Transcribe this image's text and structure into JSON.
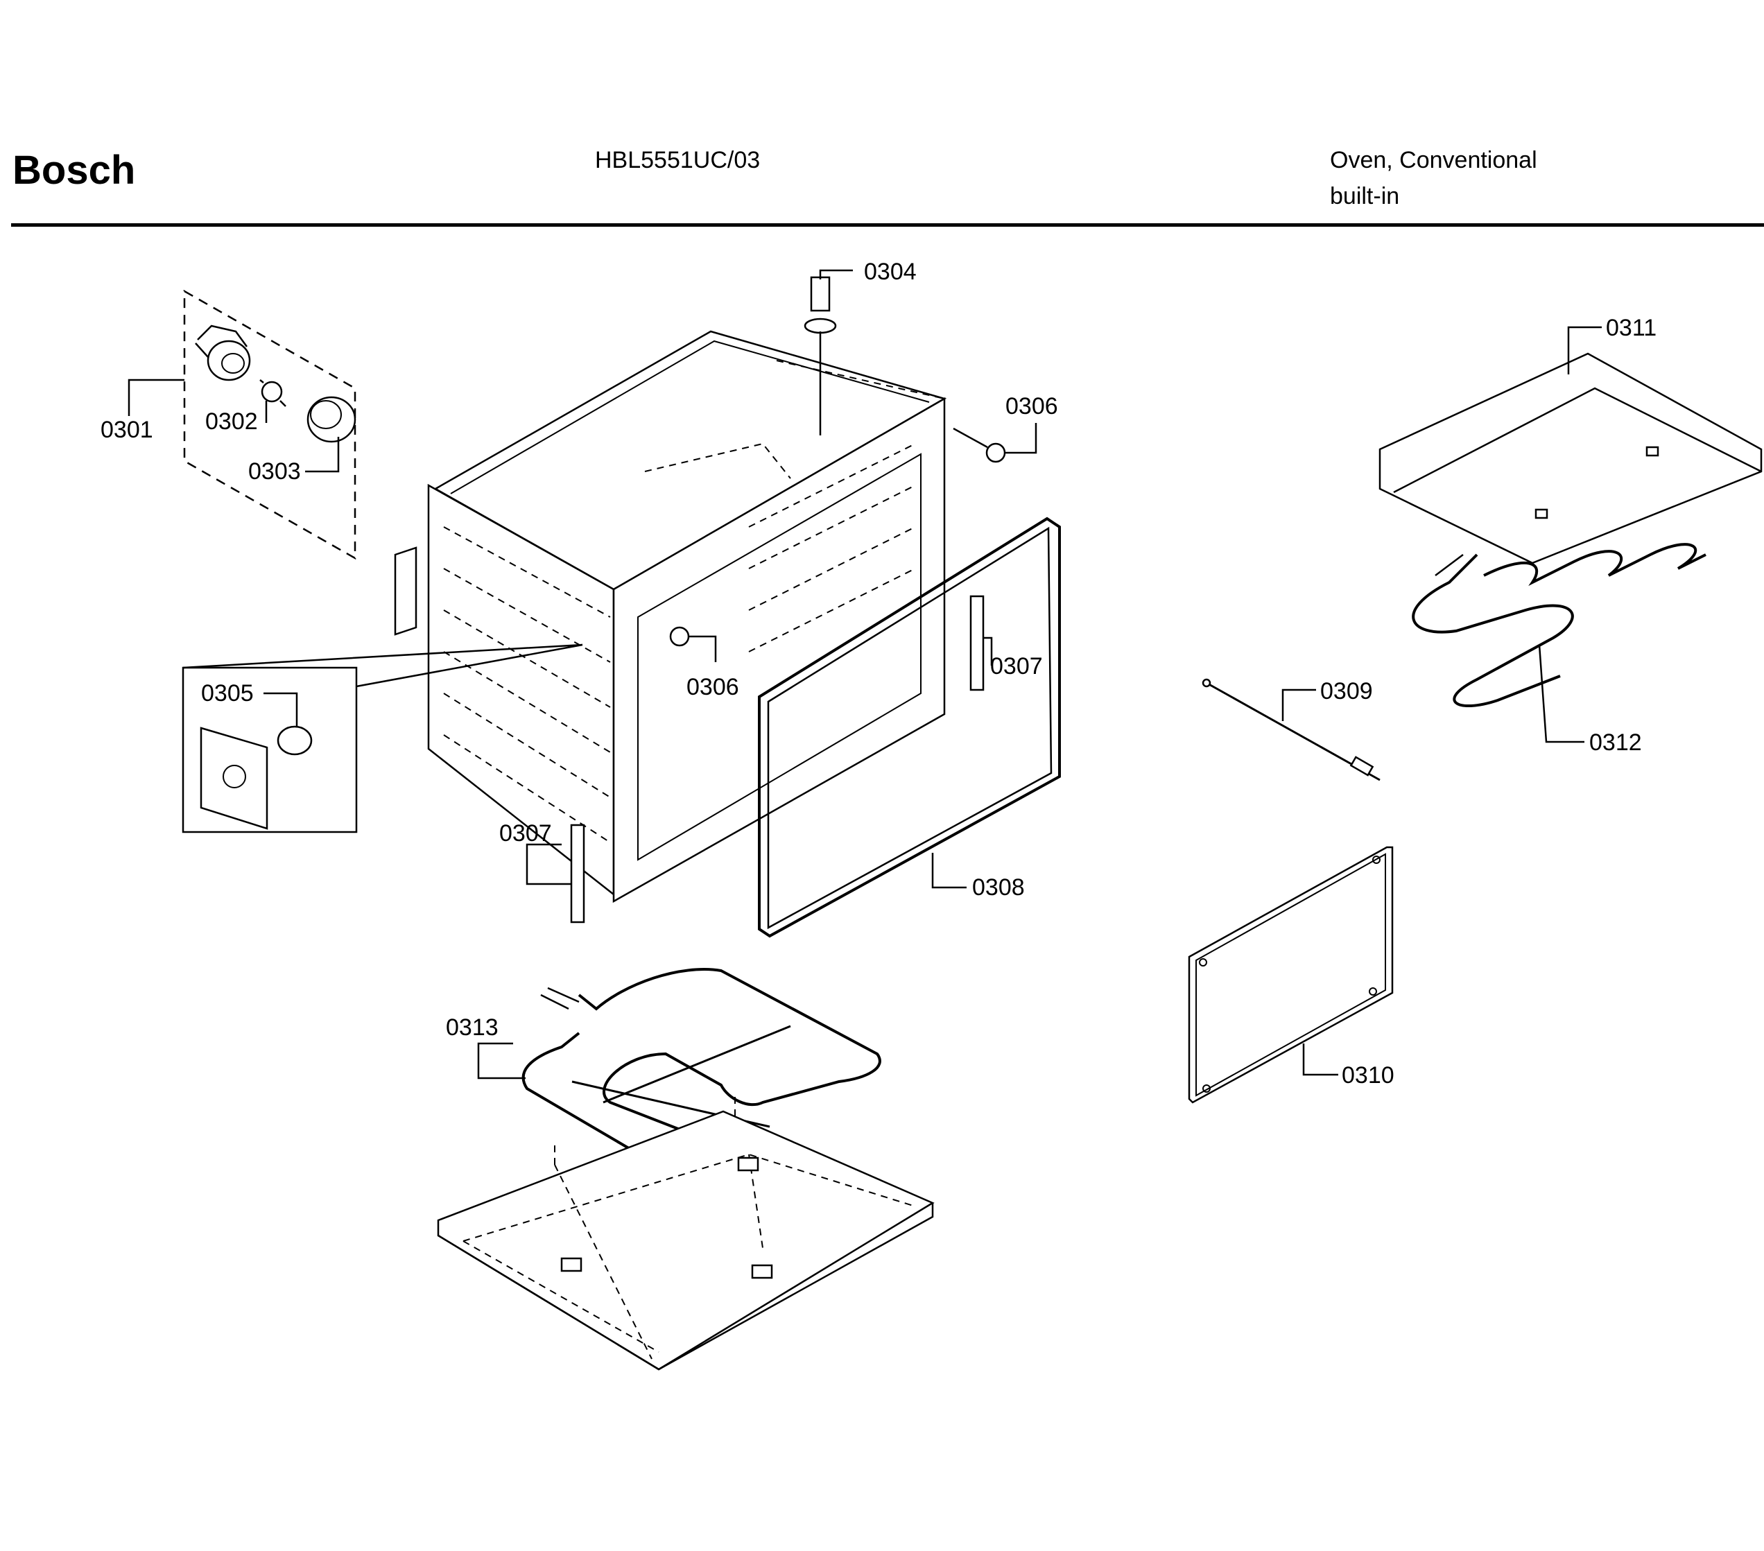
{
  "header": {
    "brand": "Bosch",
    "model": "HBL5551UC/03",
    "category_line1": "Oven, Conventional",
    "category_line2": "built-in"
  },
  "callouts": {
    "c0301": "0301",
    "c0302": "0302",
    "c0303": "0303",
    "c0304": "0304",
    "c0305": "0305",
    "c0306a": "0306",
    "c0306b": "0306",
    "c0307a": "0307",
    "c0307b": "0307",
    "c0308": "0308",
    "c0309": "0309",
    "c0310": "0310",
    "c0311": "0311",
    "c0312": "0312",
    "c0313": "0313"
  }
}
